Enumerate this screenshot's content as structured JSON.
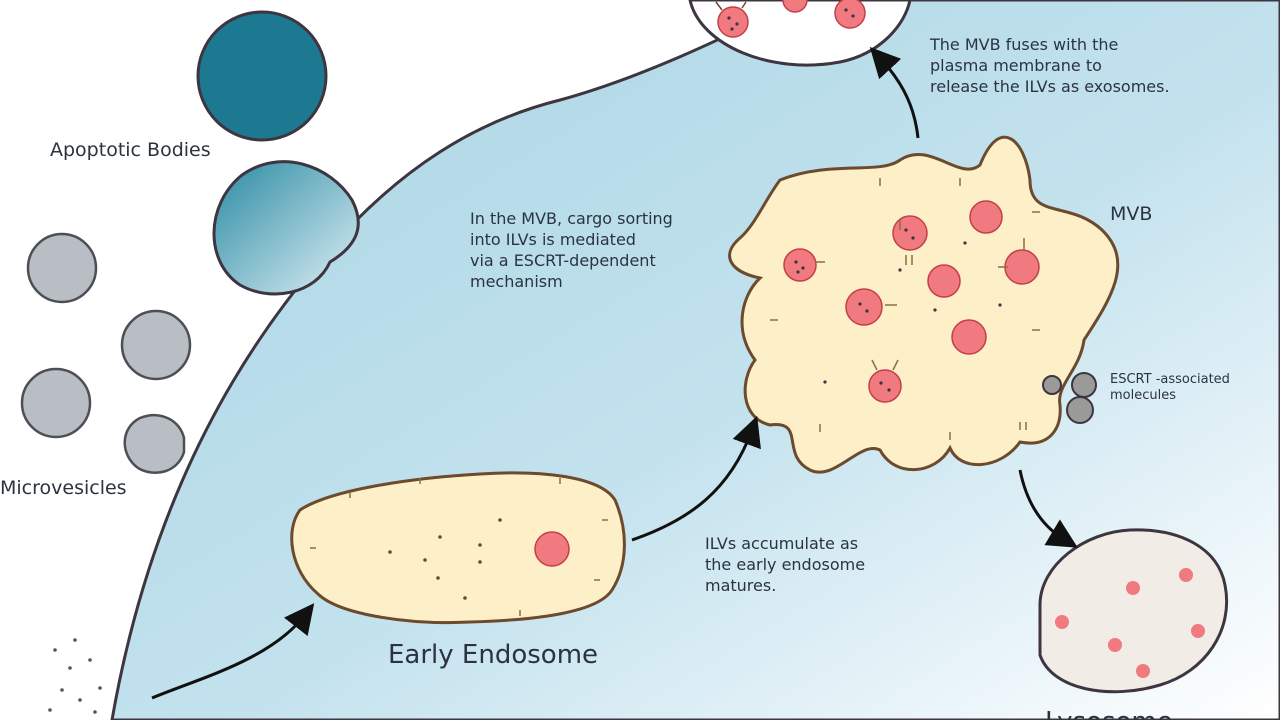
{
  "labels": {
    "apoptotic_bodies": "Apoptotic Bodies",
    "microvesicles": "Microvesicles",
    "early_endosome": "Early Endosome",
    "mvb": "MVB",
    "lysosome": "Lysosome",
    "escrt_molecules": "ESCRT -associated\nmolecules"
  },
  "notes": {
    "fusion": "The MVB fuses with the\nplasma membrane to\nrelease the ILVs as exosomes.",
    "sorting": "In the MVB, cargo sorting\ninto ILVs is mediated\nvia a ESCRT-dependent\nmechanism",
    "accumulate": "ILVs accumulate as\nthe early endosome\nmatures."
  },
  "colors": {
    "cytoplasm_start": "#a9d4e3",
    "cytoplasm_end": "#ffffff",
    "membrane": "#3d3540",
    "endosome_fill": "#fdefc8",
    "endosome_outline": "#6b4a2e",
    "ilv_fill": "#f07a80",
    "ilv_outline": "#c0404a",
    "apoptotic_body": "#1d7891",
    "microvesicle": "#b9bec4",
    "lysosome_fill": "#f1ede6",
    "arrow": "#111111"
  }
}
